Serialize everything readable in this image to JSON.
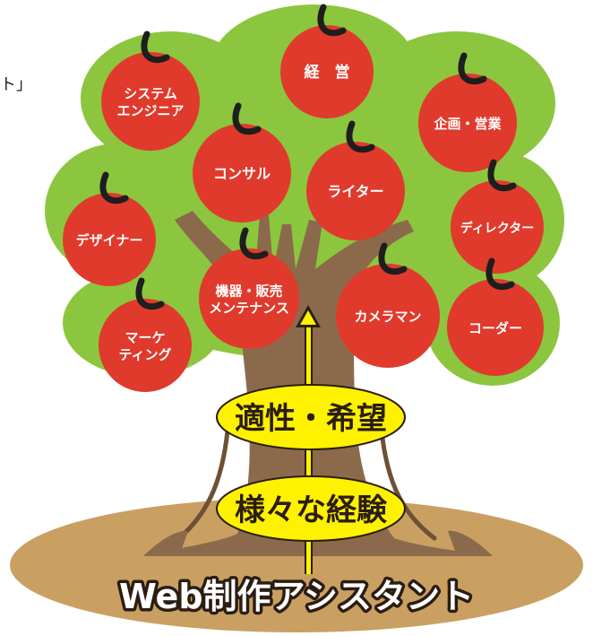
{
  "fragment_text": "ト」",
  "apples": [
    {
      "id": "system-engineer",
      "lines": [
        "システム",
        "エンジニア"
      ]
    },
    {
      "id": "management",
      "lines": [
        "経　営"
      ]
    },
    {
      "id": "planning-sales",
      "lines": [
        "企画・営業"
      ]
    },
    {
      "id": "consultant",
      "lines": [
        "コンサル"
      ]
    },
    {
      "id": "writer",
      "lines": [
        "ライター"
      ]
    },
    {
      "id": "designer",
      "lines": [
        "デザイナー"
      ]
    },
    {
      "id": "director",
      "lines": [
        "ディレクター"
      ]
    },
    {
      "id": "equipment-sales-maintenance",
      "lines": [
        "機器・販売",
        "メンテナンス"
      ]
    },
    {
      "id": "cameraman",
      "lines": [
        "カメラマン"
      ]
    },
    {
      "id": "marketing",
      "lines": [
        "マーケ",
        "ティング"
      ]
    },
    {
      "id": "coder",
      "lines": [
        "コーダー"
      ]
    }
  ],
  "pills": {
    "aptitude": "適性・希望",
    "experience": "様々な経験"
  },
  "base_label": "Web制作アシスタント",
  "colors": {
    "foliage": "#8cc63f",
    "foliage_outline": "#2e2e2e",
    "trunk": "#8b6a4c",
    "ground": "#c9a062",
    "apple": "#e03a2c",
    "stem": "#1e1e1e",
    "pill": "#fff200",
    "arrow": "#fff200"
  }
}
